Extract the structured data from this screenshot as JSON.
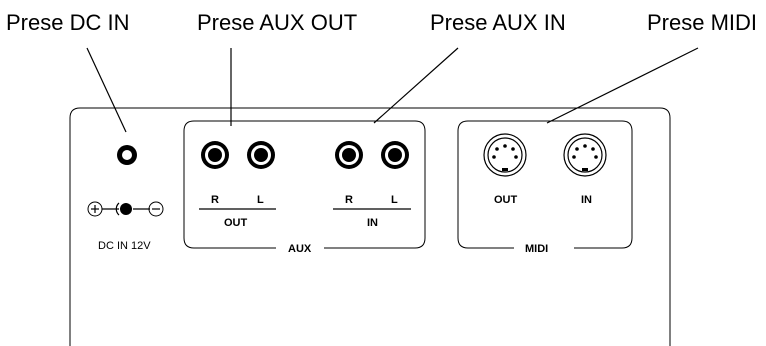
{
  "callouts": {
    "dc_in": "Prese DC IN",
    "aux_out": "Prese AUX OUT",
    "aux_in": "Prese AUX IN",
    "midi": "Prese MIDI"
  },
  "dc": {
    "label": "DC IN 12V",
    "plus_symbol": "⊕",
    "minus_symbol": "⊖"
  },
  "aux": {
    "group_label": "AUX",
    "out": {
      "right": "R",
      "left": "L",
      "label": "OUT"
    },
    "in": {
      "right": "R",
      "left": "L",
      "label": "IN"
    }
  },
  "midi": {
    "group_label": "MIDI",
    "out_label": "OUT",
    "in_label": "IN"
  }
}
